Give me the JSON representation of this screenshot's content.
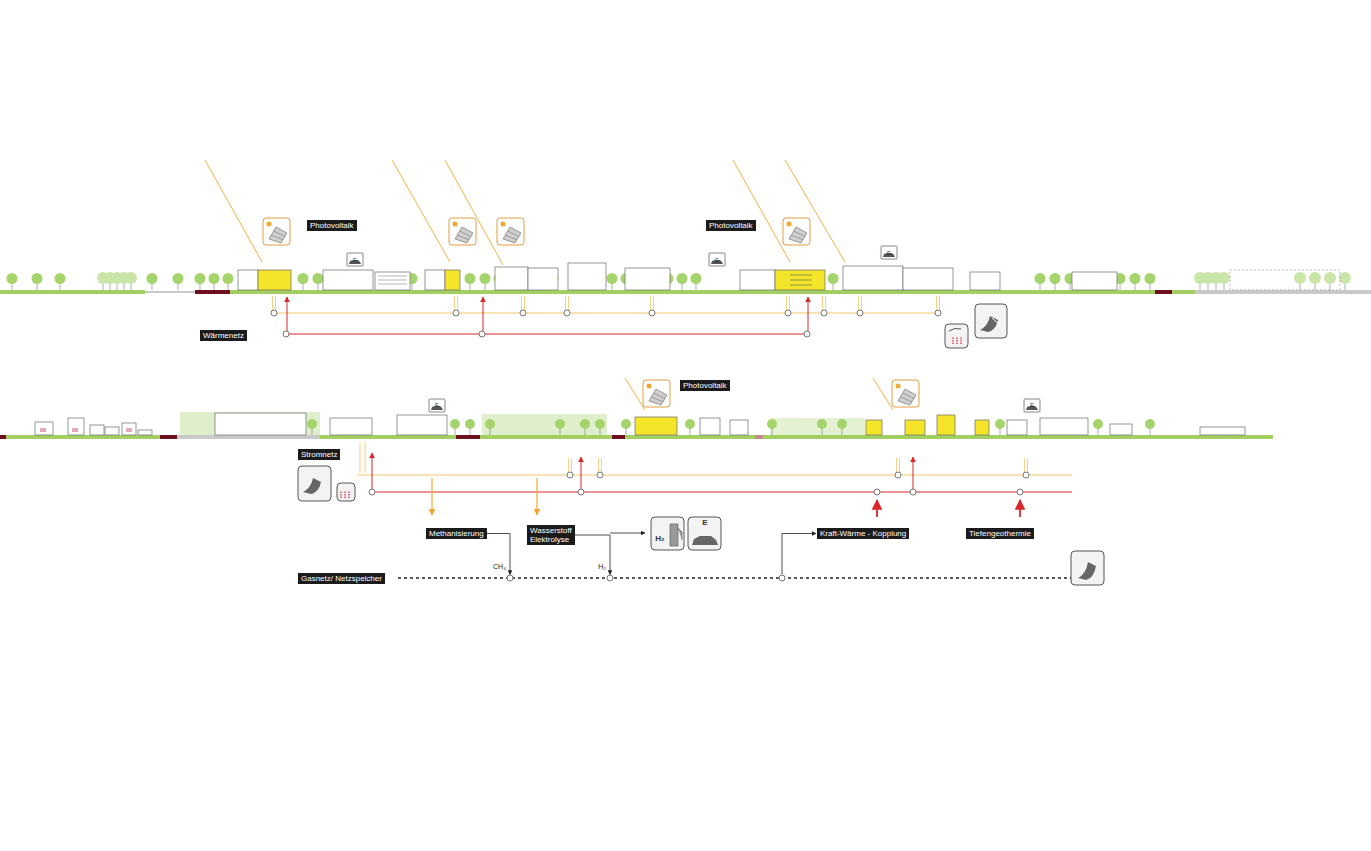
{
  "diagram": {
    "nodes": [
      {
        "text": [
          "Photovoltaik"
        ]
      },
      {
        "text": [
          "Photovoltaik"
        ]
      },
      {
        "text": [
          "Wärmenetz"
        ]
      },
      {
        "text": [
          "Photovoltaik"
        ]
      },
      {
        "text": [
          "Stromnetz"
        ]
      },
      {
        "text": [
          "Methanisierung"
        ]
      },
      {
        "text": [
          "Wasserstoff Elektrolyse"
        ]
      },
      {
        "text": [
          "Kraft-Wärme - Kopplung"
        ]
      },
      {
        "text": [
          "Tiefengeothermie"
        ]
      },
      {
        "text": [
          "Gasnetz/ Netzspeicher"
        ]
      }
    ],
    "edges": [
      {
        "from": 5,
        "to": 9,
        "arrow": "to",
        "label": "CH₄"
      },
      {
        "from": 6,
        "to": 9,
        "arrow": "to",
        "label": "H₂"
      },
      {
        "from": 9,
        "to": 7,
        "arrow": "to"
      }
    ],
    "labels": [
      "E",
      "E",
      "E",
      "E",
      "E",
      "E",
      "H₂"
    ]
  }
}
